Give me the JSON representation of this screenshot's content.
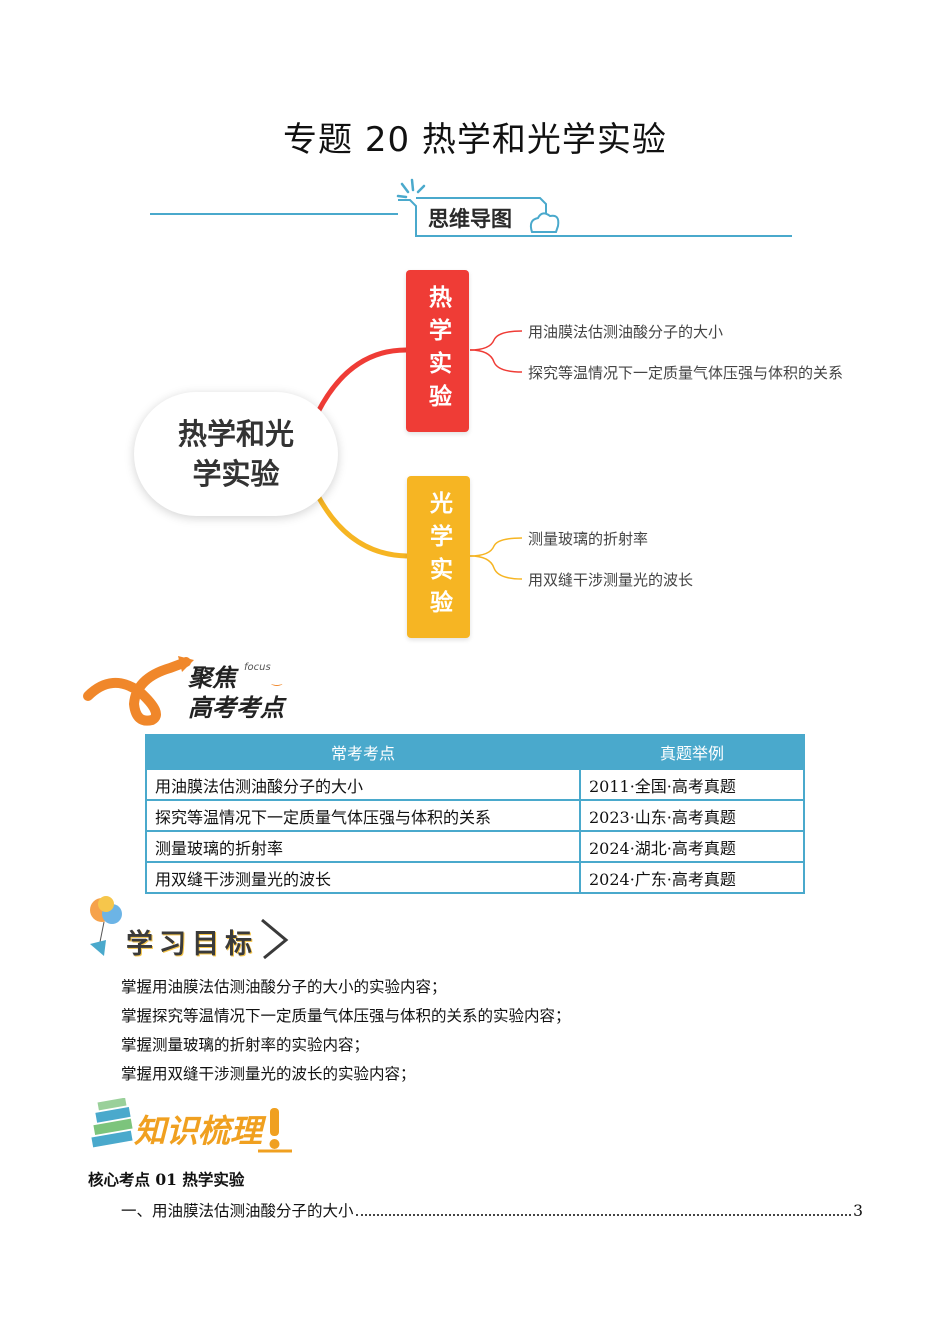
{
  "title": "专题 20    热学和光学实验",
  "mind_map": {
    "badge": "思维导图",
    "center": "热学和光学实验",
    "branches": [
      {
        "label": "热学实验",
        "color": "#ef3c36",
        "items": [
          "用油膜法估测油酸分子的大小",
          "探究等温情况下一定质量气体压强与体积的关系"
        ]
      },
      {
        "label": "光学实验",
        "color": "#f6b523",
        "items": [
          "测量玻璃的折射率",
          "用双缝干涉测量光的波长"
        ]
      }
    ]
  },
  "focus": {
    "line1": "聚焦",
    "small": "focus",
    "line2": "高考考点"
  },
  "exam_table": {
    "headers": [
      "常考考点",
      "真题举例"
    ],
    "rows": [
      [
        "用油膜法估测油酸分子的大小",
        "2011·全国·高考真题"
      ],
      [
        "探究等温情况下一定质量气体压强与体积的关系",
        "2023·山东·高考真题"
      ],
      [
        "测量玻璃的折射率",
        "2024·湖北·高考真题"
      ],
      [
        "用双缝干涉测量光的波长",
        "2024·广东·高考真题"
      ]
    ],
    "border_color": "#4aa9cc"
  },
  "goals": {
    "heading": "学习目标",
    "items": [
      "掌握用油膜法估测油酸分子的大小的实验内容；",
      "掌握探究等温情况下一定质量气体压强与体积的关系的实验内容；",
      "掌握测量玻璃的折射率的实验内容；",
      "掌握用双缝干涉测量光的波长的实验内容；"
    ]
  },
  "knowledge": {
    "heading": "知识梳理",
    "section": "核心考点 01 热学实验",
    "toc": [
      {
        "text": "一、用油膜法估测油酸分子的大小",
        "page": "3"
      }
    ]
  }
}
